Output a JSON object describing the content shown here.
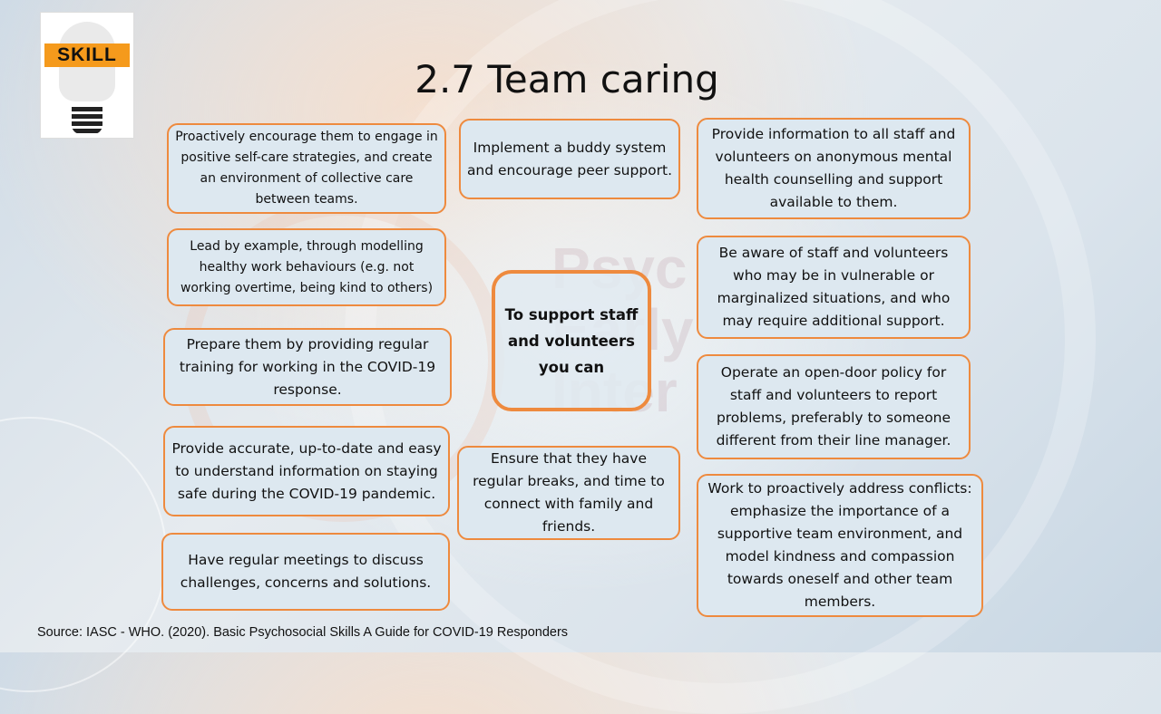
{
  "slide": {
    "title": "2.7 Team caring",
    "logo_text": "SKILL",
    "center_text": "To support staff and volunteers you can",
    "left_boxes": [
      "Proactively encourage them to engage in positive self-care strategies, and create an environment of collective care between teams.",
      "Lead by example, through modelling healthy work behaviours (e.g. not working overtime, being kind to others)",
      "Prepare them by providing regular training for working in the COVID-19 response.",
      "Provide accurate, up-to-date and easy to understand information on staying safe during the COVID-19 pandemic.",
      "Have regular meetings to discuss challenges, concerns and solutions."
    ],
    "middle_boxes": [
      "Implement a buddy system and encourage peer support.",
      "Ensure that they have regular breaks, and time to connect with family and friends."
    ],
    "right_boxes": [
      "Provide information to all staff and volunteers on anonymous mental health counselling and support available to them.",
      "Be aware of staff and volunteers who may be in vulnerable or marginalized situations, and who may require additional support.",
      "Operate an open-door policy for staff and volunteers to report problems, preferably to someone different from their line manager.",
      "Work to proactively address conflicts: emphasize the importance of a supportive team environment, and model kindness and compassion towards oneself and other team members."
    ],
    "source": "Source: IASC - WHO. (2020). Basic Psychosocial Skills A Guide for COVID-19 Responders"
  },
  "colors": {
    "accent": "#ee8a3e",
    "box_fill": "#dde8f0"
  }
}
